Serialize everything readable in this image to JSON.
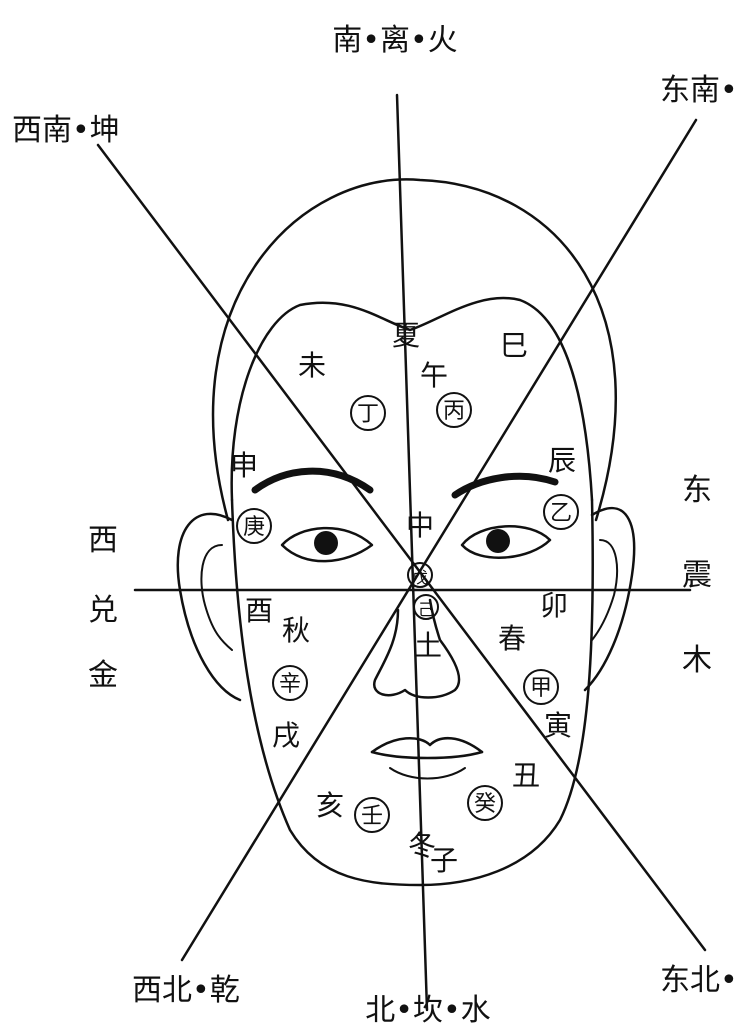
{
  "directions": {
    "south": "南•离•火",
    "southeast": "东南•",
    "southwest": "西南•坤",
    "east_top": "东",
    "east_mid": "震",
    "east_bot": "木",
    "west_top": "西",
    "west_mid": "兑",
    "west_bot": "金",
    "northwest": "西北•乾",
    "north": "北•坎•水",
    "northeast": "东北•"
  },
  "face_labels": {
    "summer": "夏",
    "wu": "午",
    "wei": "未",
    "si": "巳",
    "chen": "辰",
    "shen": "申",
    "zhong": "中",
    "you": "酉",
    "qiu": "秋",
    "xu": "戌",
    "mao": "卯",
    "chun": "春",
    "yin": "寅",
    "chou": "丑",
    "hai": "亥",
    "winter": "冬",
    "zi": "子",
    "tu": "土"
  },
  "circled_labels": {
    "ding": "丁",
    "bing": "丙",
    "geng": "庚",
    "yi": "乙",
    "wu_center": "戊",
    "ji_center": "己",
    "xin": "辛",
    "jia": "甲",
    "ren": "壬",
    "gui": "癸"
  }
}
